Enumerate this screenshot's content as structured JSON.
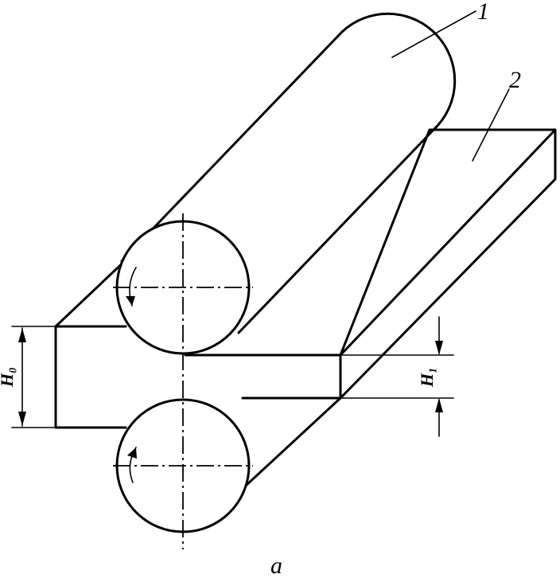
{
  "labels": {
    "roll": "1",
    "strip": "2",
    "h0": "H₀",
    "h1": "H₁",
    "caption": "a"
  }
}
